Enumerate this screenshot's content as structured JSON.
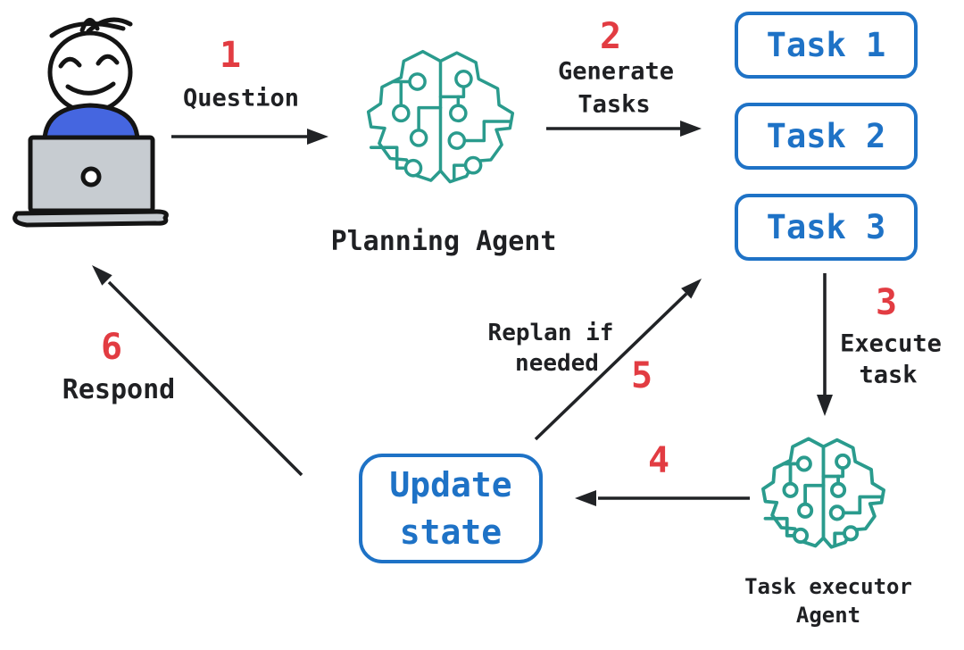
{
  "diagram": {
    "type": "flow-diagram",
    "theme": "hand-drawn agent planning loop"
  },
  "nodes": {
    "user": {
      "icon": "user-at-laptop-icon"
    },
    "planning_agent": {
      "label": "Planning Agent",
      "icon": "circuit-brain-icon"
    },
    "tasks": [
      {
        "label": "Task 1"
      },
      {
        "label": "Task 2"
      },
      {
        "label": "Task 3"
      }
    ],
    "task_executor": {
      "line1": "Task executor",
      "line2": "Agent",
      "icon": "circuit-brain-icon"
    },
    "update_state": {
      "line1": "Update",
      "line2": "state"
    }
  },
  "steps": [
    {
      "number": "1",
      "label": "Question"
    },
    {
      "number": "2",
      "line1": "Generate",
      "line2": "Tasks"
    },
    {
      "number": "3",
      "line1": "Execute",
      "line2": "task"
    },
    {
      "number": "4"
    },
    {
      "number": "5",
      "line1": "Replan if",
      "line2": "needed"
    },
    {
      "number": "6",
      "label": "Respond"
    }
  ],
  "colors": {
    "step_number_red": "#e23c42",
    "box_and_text_blue": "#1e72c6",
    "brain_teal": "#2a9b8d",
    "ink_black": "#1f2023",
    "shirt_blue": "#4566e0",
    "laptop_gray": "#c7ccd1",
    "background": "#ffffff"
  }
}
